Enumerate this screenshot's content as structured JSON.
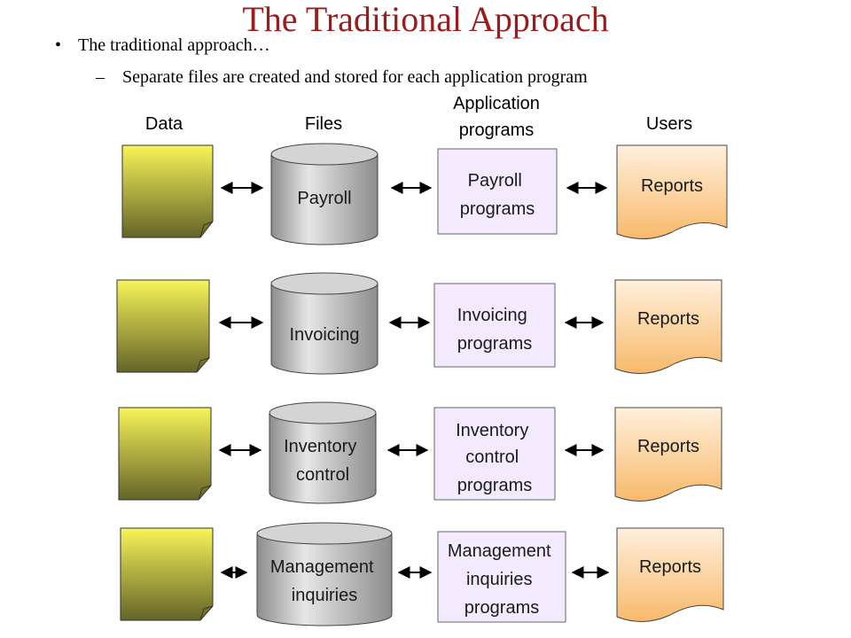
{
  "slide": {
    "title": "The Traditional Approach",
    "bullet": "The traditional approach…",
    "sub_bullet": "Separate files are created and stored for each application program",
    "bullet_marker": "•",
    "sub_marker": "–"
  },
  "headers": {
    "data": "Data",
    "files": "Files",
    "app_line1": "Application",
    "app_line2": "programs",
    "users": "Users"
  },
  "rows": [
    {
      "file": [
        "Payroll"
      ],
      "program": [
        "Payroll",
        "programs"
      ],
      "report": "Reports"
    },
    {
      "file": [
        "Invoicing"
      ],
      "program": [
        "Invoicing",
        "programs"
      ],
      "report": "Reports"
    },
    {
      "file": [
        "Inventory",
        "control"
      ],
      "program": [
        "Inventory",
        "control",
        "programs"
      ],
      "report": "Reports"
    },
    {
      "file": [
        "Management",
        "inquiries"
      ],
      "program": [
        "Management",
        "inquiries",
        "programs"
      ],
      "report": "Reports"
    }
  ],
  "colors": {
    "title": "#9b1c1c",
    "data_top": "#f8f45a",
    "data_bottom": "#646428",
    "cylinder_light": "#e6e6e6",
    "cylinder_dark": "#8c8c8c",
    "program_fill": "#f4eaff",
    "report_top": "#fff0dc",
    "report_bottom": "#f7b96a"
  }
}
